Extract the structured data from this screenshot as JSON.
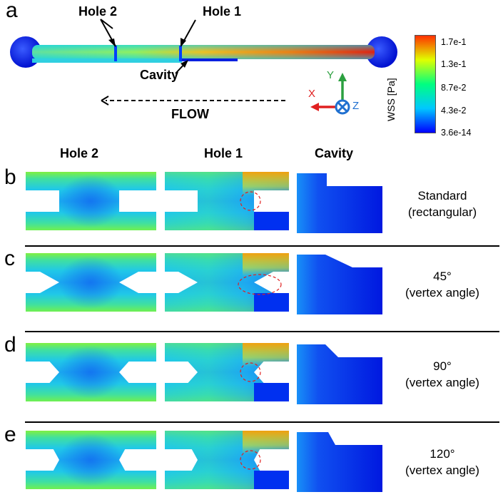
{
  "panel_a": {
    "label": "a",
    "hole2_label": "Hole 2",
    "hole1_label": "Hole 1",
    "cavity_label": "Cavity",
    "flow_label": "FLOW",
    "axes": {
      "x": "X",
      "y": "Y",
      "z": "Z"
    }
  },
  "colorbar": {
    "title": "WSS [Pa]",
    "ticks": [
      "1.7e-1",
      "1.3e-1",
      "8.7e-2",
      "4.3e-2",
      "3.6e-14"
    ],
    "colors": [
      "#0000ff",
      "#00c8ff",
      "#00ff80",
      "#e0ff00",
      "#ff3000"
    ]
  },
  "column_headers": [
    "Hole 2",
    "Hole 1",
    "Cavity"
  ],
  "rows": [
    {
      "label": "b",
      "line1": "Standard",
      "line2": "(rectangular)"
    },
    {
      "label": "c",
      "line1": "45°",
      "line2": "(vertex angle)"
    },
    {
      "label": "d",
      "line1": "90°",
      "line2": "(vertex angle)"
    },
    {
      "label": "e",
      "line1": "120°",
      "line2": "(vertex angle)"
    }
  ]
}
